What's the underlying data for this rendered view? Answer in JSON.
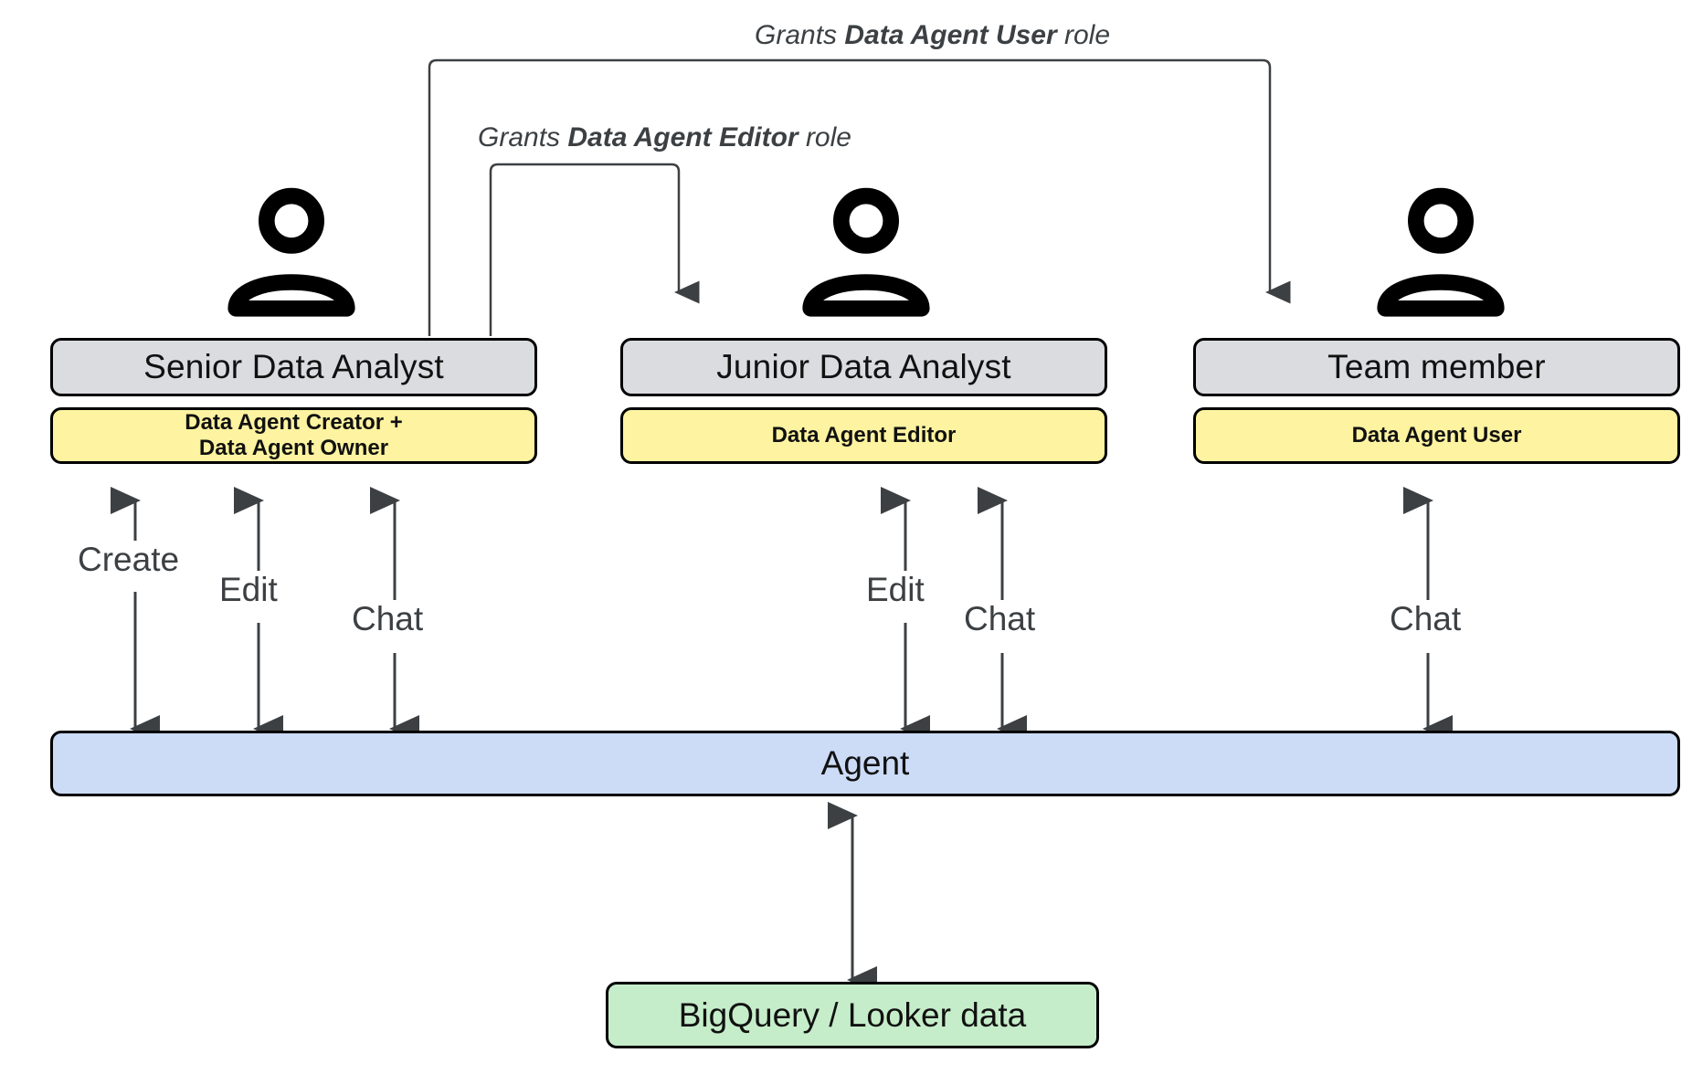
{
  "diagram": {
    "title_absent": "",
    "grants": [
      {
        "id": "grant-user",
        "prefix": "Grants ",
        "role": "Data Agent User",
        "suffix": " role"
      },
      {
        "id": "grant-editor",
        "prefix": "Grants ",
        "role": "Data Agent Editor",
        "suffix": " role"
      }
    ],
    "personas": [
      {
        "id": "senior-data-analyst",
        "icon": "person-icon",
        "title": "Senior Data Analyst",
        "permission_line1": "Data Agent Creator +",
        "permission_line2": "Data Agent Owner",
        "actions": [
          "Create",
          "Edit",
          "Chat"
        ]
      },
      {
        "id": "junior-data-analyst",
        "icon": "person-icon",
        "title": "Junior Data Analyst",
        "permission_line1": "Data Agent Editor",
        "permission_line2": "",
        "actions": [
          "Edit",
          "Chat"
        ]
      },
      {
        "id": "team-member",
        "icon": "person-icon",
        "title": "Team member",
        "permission_line1": "Data Agent User",
        "permission_line2": "",
        "actions": [
          "Chat"
        ]
      }
    ],
    "agent": {
      "label": "Agent"
    },
    "datasource": {
      "label": "BigQuery / Looker data"
    },
    "colors": {
      "header_fill": "#dadce0",
      "permission_fill": "#fdf3a0",
      "agent_fill": "#ccdcf7",
      "data_fill": "#c5edc9",
      "stroke": "#000000",
      "connector": "#3c4043",
      "label_text": "#3c4043",
      "background": "#ffffff"
    }
  }
}
